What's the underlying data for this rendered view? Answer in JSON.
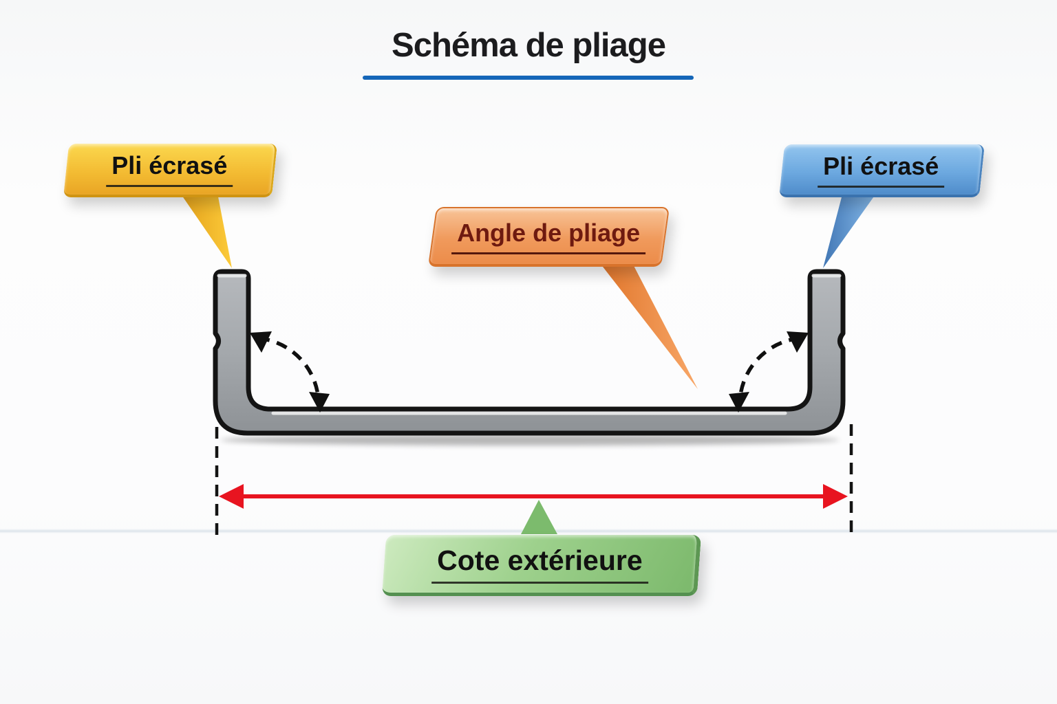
{
  "title": {
    "text": "Schéma de pliage"
  },
  "callouts": {
    "pli_ecrase_left": {
      "label": "Pli écrasé"
    },
    "pli_ecrase_right": {
      "label": "Pli écrasé"
    },
    "angle_de_pliage": {
      "label": "Angle de pliage"
    },
    "cote_exterieure": {
      "label": "Cote extérieure"
    }
  },
  "colors": {
    "title_underline": "#1566b8",
    "callout_yellow": "#f3bb32",
    "callout_blue": "#6da9e0",
    "callout_orange": "#f09a5c",
    "callout_green": "#8cc47e",
    "callout_orange_text": "#6e1a10",
    "dimension_arrow_red": "#e81420",
    "metal_gray": "#a6a9ad",
    "outline_black": "#141414"
  }
}
